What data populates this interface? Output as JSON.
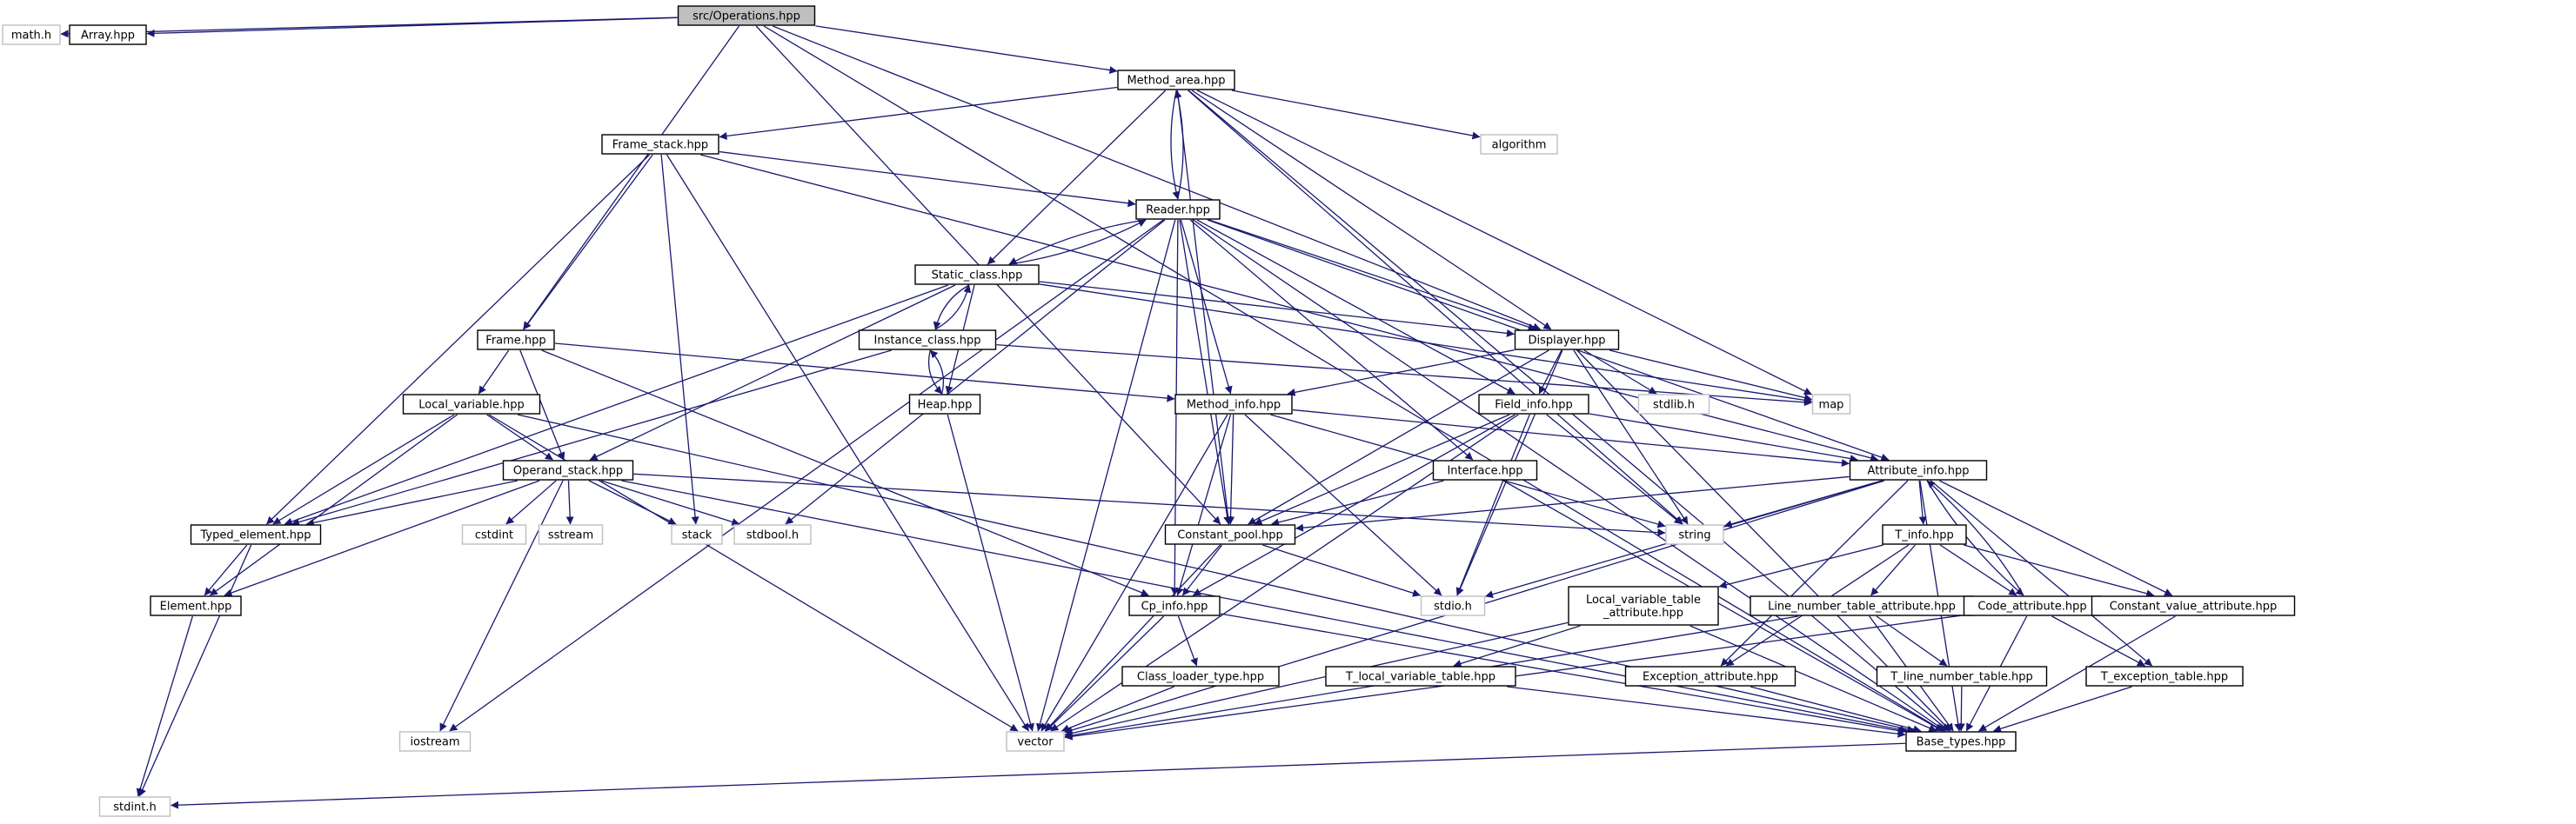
{
  "graph": {
    "colors": {
      "edge": "#191970",
      "node_border": "#000000",
      "external_border": "#bfbfbf",
      "root_fill": "#bfbfbf",
      "node_fill": "#ffffff",
      "text": "#000000"
    },
    "nodes": [
      {
        "id": "ops",
        "label": "src/Operations.hpp",
        "kind": "root"
      },
      {
        "id": "math",
        "label": "math.h",
        "kind": "external"
      },
      {
        "id": "array",
        "label": "Array.hpp",
        "kind": "file"
      },
      {
        "id": "methodarea",
        "label": "Method_area.hpp",
        "kind": "file"
      },
      {
        "id": "framestack",
        "label": "Frame_stack.hpp",
        "kind": "file"
      },
      {
        "id": "algorithm",
        "label": "algorithm",
        "kind": "external"
      },
      {
        "id": "reader",
        "label": "Reader.hpp",
        "kind": "file"
      },
      {
        "id": "static",
        "label": "Static_class.hpp",
        "kind": "file"
      },
      {
        "id": "frame",
        "label": "Frame.hpp",
        "kind": "file"
      },
      {
        "id": "instance",
        "label": "Instance_class.hpp",
        "kind": "file"
      },
      {
        "id": "displayer",
        "label": "Displayer.hpp",
        "kind": "file"
      },
      {
        "id": "stdlib",
        "label": "stdlib.h",
        "kind": "external"
      },
      {
        "id": "map",
        "label": "map",
        "kind": "external"
      },
      {
        "id": "localvar",
        "label": "Local_variable.hpp",
        "kind": "file"
      },
      {
        "id": "heap",
        "label": "Heap.hpp",
        "kind": "file"
      },
      {
        "id": "methodinfo",
        "label": "Method_info.hpp",
        "kind": "file"
      },
      {
        "id": "fieldinfo",
        "label": "Field_info.hpp",
        "kind": "file"
      },
      {
        "id": "opstack",
        "label": "Operand_stack.hpp",
        "kind": "file"
      },
      {
        "id": "interface",
        "label": "Interface.hpp",
        "kind": "file"
      },
      {
        "id": "attrinfo",
        "label": "Attribute_info.hpp",
        "kind": "file"
      },
      {
        "id": "typed",
        "label": "Typed_element.hpp",
        "kind": "file"
      },
      {
        "id": "cstdint",
        "label": "cstdint",
        "kind": "external"
      },
      {
        "id": "sstream",
        "label": "sstream",
        "kind": "external"
      },
      {
        "id": "stack",
        "label": "stack",
        "kind": "external"
      },
      {
        "id": "stdbool",
        "label": "stdbool.h",
        "kind": "external"
      },
      {
        "id": "cpool",
        "label": "Constant_pool.hpp",
        "kind": "file"
      },
      {
        "id": "string",
        "label": "string",
        "kind": "external"
      },
      {
        "id": "tinfo",
        "label": "T_info.hpp",
        "kind": "file"
      },
      {
        "id": "element",
        "label": "Element.hpp",
        "kind": "file"
      },
      {
        "id": "cpinfo",
        "label": "Cp_info.hpp",
        "kind": "file"
      },
      {
        "id": "stdio",
        "label": "stdio.h",
        "kind": "external"
      },
      {
        "id": "lvta",
        "label": "Local_variable_table\n_attribute.hpp",
        "kind": "file"
      },
      {
        "id": "lnta",
        "label": "Line_number_table_attribute.hpp",
        "kind": "file"
      },
      {
        "id": "codeattr",
        "label": "Code_attribute.hpp",
        "kind": "file"
      },
      {
        "id": "cvattr",
        "label": "Constant_value_attribute.hpp",
        "kind": "file"
      },
      {
        "id": "classloader",
        "label": "Class_loader_type.hpp",
        "kind": "file"
      },
      {
        "id": "tlvt",
        "label": "T_local_variable_table.hpp",
        "kind": "file"
      },
      {
        "id": "excattr",
        "label": "Exception_attribute.hpp",
        "kind": "file"
      },
      {
        "id": "tlnt",
        "label": "T_line_number_table.hpp",
        "kind": "file"
      },
      {
        "id": "texc",
        "label": "T_exception_table.hpp",
        "kind": "file"
      },
      {
        "id": "iostream",
        "label": "iostream",
        "kind": "external"
      },
      {
        "id": "vector",
        "label": "vector",
        "kind": "external"
      },
      {
        "id": "basetypes",
        "label": "Base_types.hpp",
        "kind": "file"
      },
      {
        "id": "stdint",
        "label": "stdint.h",
        "kind": "external"
      }
    ],
    "edges": [
      [
        "ops",
        "math"
      ],
      [
        "ops",
        "array"
      ],
      [
        "ops",
        "methodarea"
      ],
      [
        "ops",
        "frame"
      ],
      [
        "ops",
        "cpool"
      ],
      [
        "ops",
        "displayer"
      ],
      [
        "ops",
        "basetypes"
      ],
      [
        "methodarea",
        "framestack"
      ],
      [
        "methodarea",
        "reader"
      ],
      [
        "methodarea",
        "static"
      ],
      [
        "methodarea",
        "algorithm"
      ],
      [
        "methodarea",
        "displayer"
      ],
      [
        "methodarea",
        "cpool"
      ],
      [
        "methodarea",
        "map"
      ],
      [
        "methodarea",
        "string"
      ],
      [
        "methodarea",
        "basetypes"
      ],
      [
        "framestack",
        "frame"
      ],
      [
        "framestack",
        "reader"
      ],
      [
        "framestack",
        "stack"
      ],
      [
        "framestack",
        "typed"
      ],
      [
        "framestack",
        "vector"
      ],
      [
        "framestack",
        "attrinfo"
      ],
      [
        "reader",
        "static"
      ],
      [
        "reader",
        "methodarea"
      ],
      [
        "reader",
        "displayer"
      ],
      [
        "reader",
        "methodinfo"
      ],
      [
        "reader",
        "fieldinfo"
      ],
      [
        "reader",
        "interface"
      ],
      [
        "reader",
        "attrinfo"
      ],
      [
        "reader",
        "cpool"
      ],
      [
        "reader",
        "cpinfo"
      ],
      [
        "reader",
        "stdbool"
      ],
      [
        "reader",
        "vector"
      ],
      [
        "reader",
        "iostream"
      ],
      [
        "reader",
        "basetypes"
      ],
      [
        "static",
        "reader"
      ],
      [
        "static",
        "instance"
      ],
      [
        "static",
        "heap"
      ],
      [
        "static",
        "opstack"
      ],
      [
        "static",
        "typed"
      ],
      [
        "static",
        "displayer"
      ],
      [
        "static",
        "map"
      ],
      [
        "instance",
        "static"
      ],
      [
        "instance",
        "heap"
      ],
      [
        "instance",
        "typed"
      ],
      [
        "instance",
        "map"
      ],
      [
        "heap",
        "instance"
      ],
      [
        "heap",
        "vector"
      ],
      [
        "frame",
        "localvar"
      ],
      [
        "frame",
        "opstack"
      ],
      [
        "frame",
        "methodinfo"
      ],
      [
        "frame",
        "cpinfo"
      ],
      [
        "localvar",
        "typed"
      ],
      [
        "localvar",
        "element"
      ],
      [
        "localvar",
        "opstack"
      ],
      [
        "localvar",
        "vector"
      ],
      [
        "localvar",
        "basetypes"
      ],
      [
        "opstack",
        "typed"
      ],
      [
        "opstack",
        "element"
      ],
      [
        "opstack",
        "cstdint"
      ],
      [
        "opstack",
        "sstream"
      ],
      [
        "opstack",
        "stack"
      ],
      [
        "opstack",
        "stdbool"
      ],
      [
        "opstack",
        "iostream"
      ],
      [
        "opstack",
        "string"
      ],
      [
        "opstack",
        "basetypes"
      ],
      [
        "typed",
        "element"
      ],
      [
        "typed",
        "stdint"
      ],
      [
        "element",
        "stdint"
      ],
      [
        "displayer",
        "methodinfo"
      ],
      [
        "displayer",
        "fieldinfo"
      ],
      [
        "displayer",
        "cpool"
      ],
      [
        "displayer",
        "stdlib"
      ],
      [
        "displayer",
        "map"
      ],
      [
        "displayer",
        "string"
      ],
      [
        "displayer",
        "stdio"
      ],
      [
        "displayer",
        "basetypes"
      ],
      [
        "methodinfo",
        "attrinfo"
      ],
      [
        "methodinfo",
        "cpool"
      ],
      [
        "methodinfo",
        "cpinfo"
      ],
      [
        "methodinfo",
        "vector"
      ],
      [
        "methodinfo",
        "string"
      ],
      [
        "methodinfo",
        "stdio"
      ],
      [
        "fieldinfo",
        "attrinfo"
      ],
      [
        "fieldinfo",
        "cpool"
      ],
      [
        "fieldinfo",
        "cpinfo"
      ],
      [
        "fieldinfo",
        "string"
      ],
      [
        "fieldinfo",
        "stdio"
      ],
      [
        "fieldinfo",
        "vector"
      ],
      [
        "interface",
        "cpool"
      ],
      [
        "interface",
        "basetypes"
      ],
      [
        "attrinfo",
        "tinfo"
      ],
      [
        "attrinfo",
        "codeattr"
      ],
      [
        "attrinfo",
        "cvattr"
      ],
      [
        "attrinfo",
        "excattr"
      ],
      [
        "attrinfo",
        "texc"
      ],
      [
        "attrinfo",
        "cpool"
      ],
      [
        "attrinfo",
        "string"
      ],
      [
        "attrinfo",
        "stdio"
      ],
      [
        "attrinfo",
        "vector"
      ],
      [
        "attrinfo",
        "basetypes"
      ],
      [
        "tinfo",
        "lvta"
      ],
      [
        "tinfo",
        "lnta"
      ],
      [
        "tinfo",
        "codeattr"
      ],
      [
        "tinfo",
        "cvattr"
      ],
      [
        "tinfo",
        "excattr"
      ],
      [
        "cpool",
        "cpinfo"
      ],
      [
        "cpool",
        "stdio"
      ],
      [
        "cpool",
        "vector"
      ],
      [
        "cpinfo",
        "classloader"
      ],
      [
        "cpinfo",
        "vector"
      ],
      [
        "cpinfo",
        "basetypes"
      ],
      [
        "classloader",
        "vector"
      ],
      [
        "lvta",
        "tlvt"
      ],
      [
        "lvta",
        "vector"
      ],
      [
        "lvta",
        "basetypes"
      ],
      [
        "lnta",
        "tlnt"
      ],
      [
        "lnta",
        "vector"
      ],
      [
        "lnta",
        "basetypes"
      ],
      [
        "codeattr",
        "attrinfo"
      ],
      [
        "codeattr",
        "texc"
      ],
      [
        "codeattr",
        "vector"
      ],
      [
        "codeattr",
        "basetypes"
      ],
      [
        "cvattr",
        "basetypes"
      ],
      [
        "tlvt",
        "basetypes"
      ],
      [
        "excattr",
        "basetypes"
      ],
      [
        "tlnt",
        "basetypes"
      ],
      [
        "texc",
        "basetypes"
      ],
      [
        "basetypes",
        "stdint"
      ]
    ]
  }
}
